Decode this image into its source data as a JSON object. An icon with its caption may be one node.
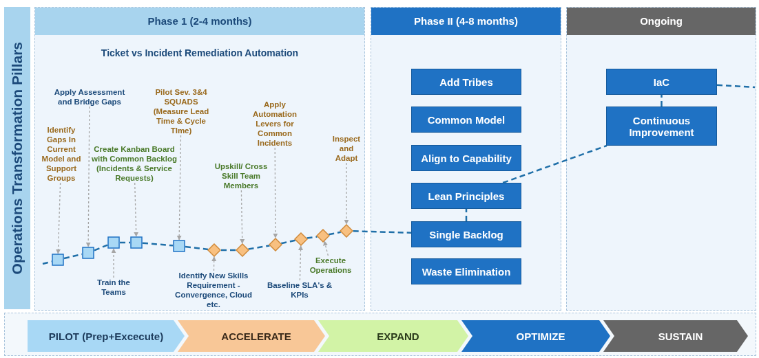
{
  "diagram": {
    "nodes": [
      {
        "text": [
          "Operations Transformation Pillars"
        ]
      },
      {
        "text": [
          "Phase 1 (2-4 months)",
          "Ticket vs Incident Remediation Automation"
        ]
      },
      {
        "text": [
          "Apply Assessment and Bridge Gaps"
        ],
        "in": 1
      },
      {
        "text": [
          "Pilot Sev. 3&4 SQUADS (Measure Lead Time & Cycle TIme)"
        ],
        "in": 1
      },
      {
        "text": [
          "Apply Automation Levers for Common Incidents"
        ],
        "in": 1
      },
      {
        "text": [
          "Identify Gaps In Current Model and Support Groups"
        ],
        "in": 1
      },
      {
        "text": [
          "Create Kanban Board with Common Backlog (Incidents & Service Requests)"
        ],
        "in": 1
      },
      {
        "text": [
          "Inspect and Adapt"
        ],
        "in": 1
      },
      {
        "text": [
          "Upskill/ Cross Skill Team Members"
        ],
        "in": 1
      },
      {
        "text": [
          "Train the Teams"
        ],
        "in": 1
      },
      {
        "text": [
          "Identify New Skills Requirement - Convergence, Cloud etc."
        ],
        "in": 1
      },
      {
        "text": [
          "Baseline SLA's & KPIs"
        ],
        "in": 1
      },
      {
        "text": [
          "Execute Operations"
        ],
        "in": 1
      },
      {
        "text": [],
        "shape": "box",
        "in": 1
      },
      {
        "text": [],
        "shape": "box",
        "in": 1
      },
      {
        "text": [],
        "shape": "box",
        "in": 1
      },
      {
        "text": [],
        "shape": "box",
        "in": 1
      },
      {
        "text": [],
        "shape": "box",
        "in": 1
      },
      {
        "text": [],
        "shape": "diamond",
        "in": 1
      },
      {
        "text": [],
        "shape": "diamond",
        "in": 1
      },
      {
        "text": [],
        "shape": "diamond",
        "in": 1
      },
      {
        "text": [],
        "shape": "diamond",
        "in": 1
      },
      {
        "text": [],
        "shape": "diamond",
        "in": 1
      },
      {
        "text": [],
        "shape": "diamond",
        "in": 1
      },
      {
        "text": [
          "Phase II (4-8 months)"
        ]
      },
      {
        "text": [
          "Add Tribes"
        ],
        "in": 24
      },
      {
        "text": [
          "Common Model"
        ],
        "in": 24
      },
      {
        "text": [
          "Align to Capability"
        ],
        "in": 24
      },
      {
        "text": [
          "Lean Principles"
        ],
        "in": 24
      },
      {
        "text": [
          "Single Backlog"
        ],
        "in": 24
      },
      {
        "text": [
          "Waste Elimination"
        ],
        "in": 24
      },
      {
        "text": [
          "Ongoing"
        ]
      },
      {
        "text": [
          "IaC"
        ],
        "in": 31
      },
      {
        "text": [
          "Continuous Improvement"
        ],
        "in": 31
      },
      {
        "text": [
          "PILOT (Prep+Excecute)"
        ]
      },
      {
        "text": [
          "ACCELERATE"
        ]
      },
      {
        "text": [
          "EXPAND"
        ]
      },
      {
        "text": [
          "OPTIMIZE"
        ]
      },
      {
        "text": [
          "SUSTAIN"
        ]
      }
    ],
    "edges": [
      {
        "from": null,
        "to": 13,
        "arrow": "none",
        "style": "dashed"
      },
      {
        "from": 13,
        "to": 14,
        "arrow": "none",
        "style": "dashed"
      },
      {
        "from": 14,
        "to": 15,
        "arrow": "none",
        "style": "dashed"
      },
      {
        "from": 15,
        "to": 16,
        "arrow": "none",
        "style": "dashed"
      },
      {
        "from": 16,
        "to": 17,
        "arrow": "none",
        "style": "dashed"
      },
      {
        "from": 17,
        "to": 18,
        "arrow": "none",
        "style": "dashed"
      },
      {
        "from": 18,
        "to": 19,
        "arrow": "none",
        "style": "dashed"
      },
      {
        "from": 19,
        "to": 20,
        "arrow": "none",
        "style": "dashed"
      },
      {
        "from": 20,
        "to": 21,
        "arrow": "none",
        "style": "dashed"
      },
      {
        "from": 21,
        "to": 22,
        "arrow": "none",
        "style": "dashed"
      },
      {
        "from": 22,
        "to": 23,
        "arrow": "none",
        "style": "dashed"
      },
      {
        "from": 23,
        "to": 29,
        "arrow": "none",
        "style": "dashed"
      },
      {
        "from": 29,
        "to": 28,
        "arrow": "none",
        "style": "dashed"
      },
      {
        "from": 28,
        "to": 33,
        "arrow": "none",
        "style": "dashed"
      },
      {
        "from": 33,
        "to": 32,
        "arrow": "none",
        "style": "dashed"
      },
      {
        "from": 32,
        "to": null,
        "arrow": "none",
        "style": "dashed"
      },
      {
        "from": 5,
        "to": 13,
        "arrow": "to",
        "style": "dashed",
        "color": "#a6a6a6"
      },
      {
        "from": 2,
        "to": 14,
        "arrow": "to",
        "style": "dashed",
        "color": "#a6a6a6"
      },
      {
        "from": 9,
        "to": 15,
        "arrow": "to",
        "style": "dashed",
        "color": "#a6a6a6"
      },
      {
        "from": 6,
        "to": 16,
        "arrow": "to",
        "style": "dashed",
        "color": "#a6a6a6"
      },
      {
        "from": 3,
        "to": 17,
        "arrow": "to",
        "style": "dashed",
        "color": "#a6a6a6"
      },
      {
        "from": 10,
        "to": 18,
        "arrow": "to",
        "style": "dashed",
        "color": "#a6a6a6"
      },
      {
        "from": 8,
        "to": 19,
        "arrow": "to",
        "style": "dashed",
        "color": "#a6a6a6"
      },
      {
        "from": 4,
        "to": 20,
        "arrow": "to",
        "style": "dashed",
        "color": "#a6a6a6"
      },
      {
        "from": 11,
        "to": 21,
        "arrow": "to",
        "style": "dashed",
        "color": "#a6a6a6"
      },
      {
        "from": 12,
        "to": 22,
        "arrow": "to",
        "style": "dashed",
        "color": "#a6a6a6"
      },
      {
        "from": 7,
        "to": 23,
        "arrow": "to",
        "style": "dashed",
        "color": "#a6a6a6"
      }
    ]
  }
}
